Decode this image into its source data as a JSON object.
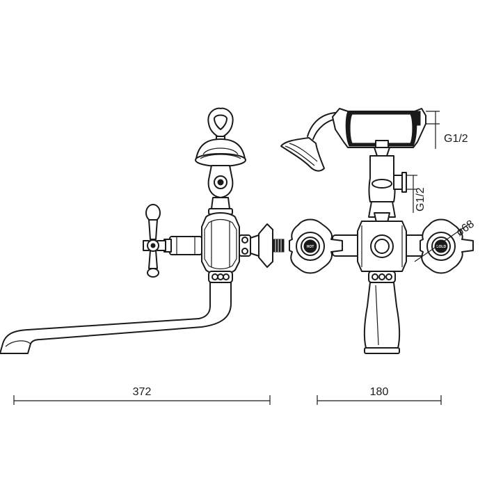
{
  "dimensions": {
    "side_width": "372",
    "front_width": "180",
    "handshower_connection": "G1/2",
    "outlet_connection": "G1/2",
    "handle_diameter": "ø68"
  },
  "handle_labels": {
    "hot": "HOT",
    "cold": "COLD"
  }
}
